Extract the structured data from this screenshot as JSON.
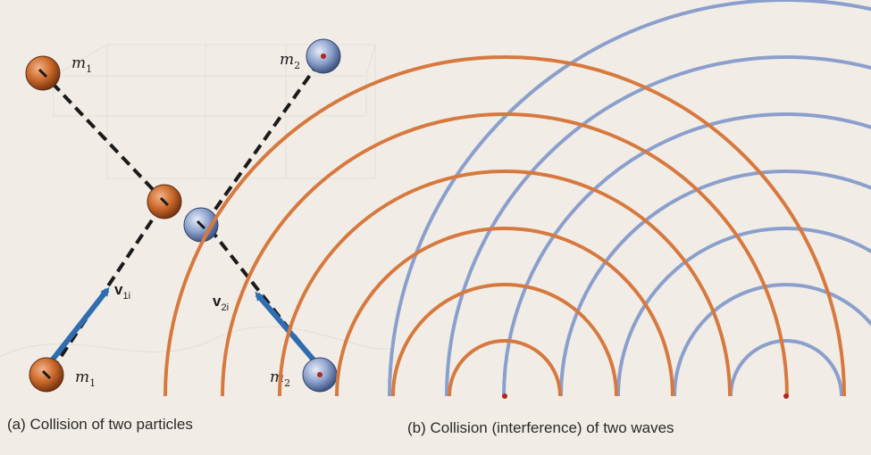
{
  "panel_a": {
    "caption": "(a) Collision of two particles",
    "mass_1": {
      "symbol": "m",
      "subscript": "1"
    },
    "mass_2": {
      "symbol": "m",
      "subscript": "2"
    },
    "velocity_1": {
      "symbol": "v",
      "subscript": "1i"
    },
    "velocity_2": {
      "symbol": "v",
      "subscript": "2i"
    }
  },
  "panel_b": {
    "caption": "(b) Collision (interference) of two waves"
  },
  "colors": {
    "background": "#f1ede6",
    "orange_particle": "#cc6a2c",
    "blue_particle": "#8fa3cc",
    "orange_wave": "#d7793f",
    "blue_wave": "#8b9fcc",
    "velocity_arrow": "#2f6db0",
    "source_dot": "#b0261f"
  }
}
